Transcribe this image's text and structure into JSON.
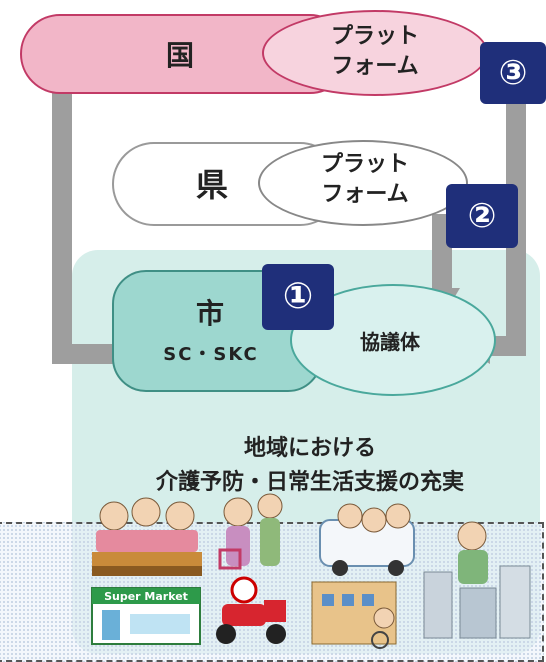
{
  "national": {
    "label": "国",
    "platform_line1": "プラット",
    "platform_line2": "フォーム"
  },
  "prefecture": {
    "label": "県",
    "platform_line1": "プラット",
    "platform_line2": "フォーム"
  },
  "city": {
    "label": "市",
    "sub_label": "SC・SKC"
  },
  "council": {
    "label": "協議体"
  },
  "badges": {
    "one": "①",
    "two": "②",
    "three": "③"
  },
  "outcome": {
    "line1": "地域における",
    "line2": "介護予防・日常生活支援の充実"
  },
  "illustrations": {
    "supermarket_sign": "Super Market"
  },
  "colors": {
    "national_fill": "#f2b6c8",
    "national_stroke": "#c23a66",
    "national_platform_fill": "#f7d3de",
    "community_bg": "#d6eeea",
    "city_fill": "#9dd7cf",
    "city_stroke": "#3f8f85",
    "council_fill": "#d9f1ee",
    "council_stroke": "#4aa89c",
    "arrow": "#9e9e9e",
    "badge": "#1f2f7a",
    "prefecture_stroke": "#9a9a9a"
  }
}
